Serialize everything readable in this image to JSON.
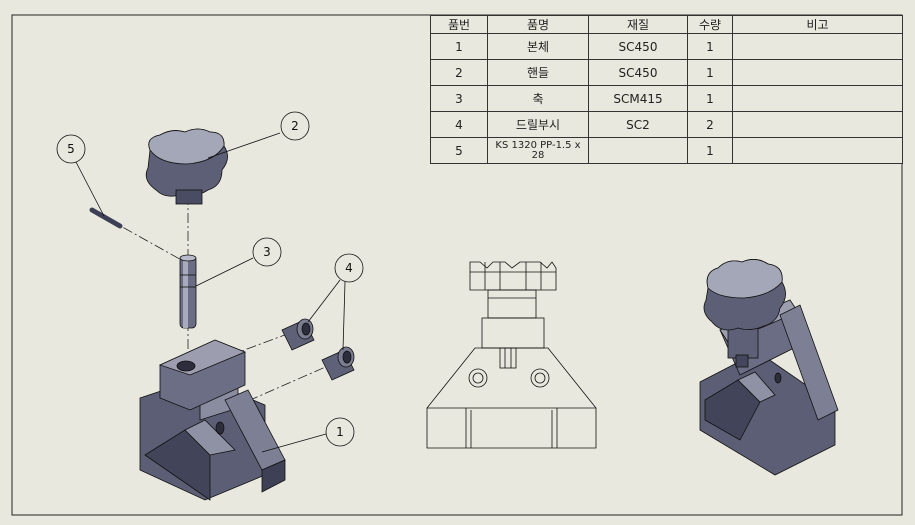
{
  "bom": {
    "headers": [
      "품번",
      "품명",
      "재질",
      "수량",
      "비고"
    ],
    "rows": [
      {
        "no": "1",
        "name": "본체",
        "material": "SC450",
        "qty": "1",
        "remark": ""
      },
      {
        "no": "2",
        "name": "핸들",
        "material": "SC450",
        "qty": "1",
        "remark": ""
      },
      {
        "no": "3",
        "name": "축",
        "material": "SCM415",
        "qty": "1",
        "remark": ""
      },
      {
        "no": "4",
        "name": "드릴부시",
        "material": "SC2",
        "qty": "2",
        "remark": ""
      },
      {
        "no": "5",
        "name": "KS 1320 PP-1.5 x 28",
        "material": "",
        "qty": "1",
        "remark": ""
      }
    ]
  },
  "balloons": [
    "1",
    "2",
    "3",
    "4",
    "5"
  ],
  "colors": {
    "background": "#e9e8de",
    "part_dark": "#3c3f55",
    "part_mid": "#6e7188",
    "part_light": "#a9abbb",
    "line": "#111111"
  }
}
